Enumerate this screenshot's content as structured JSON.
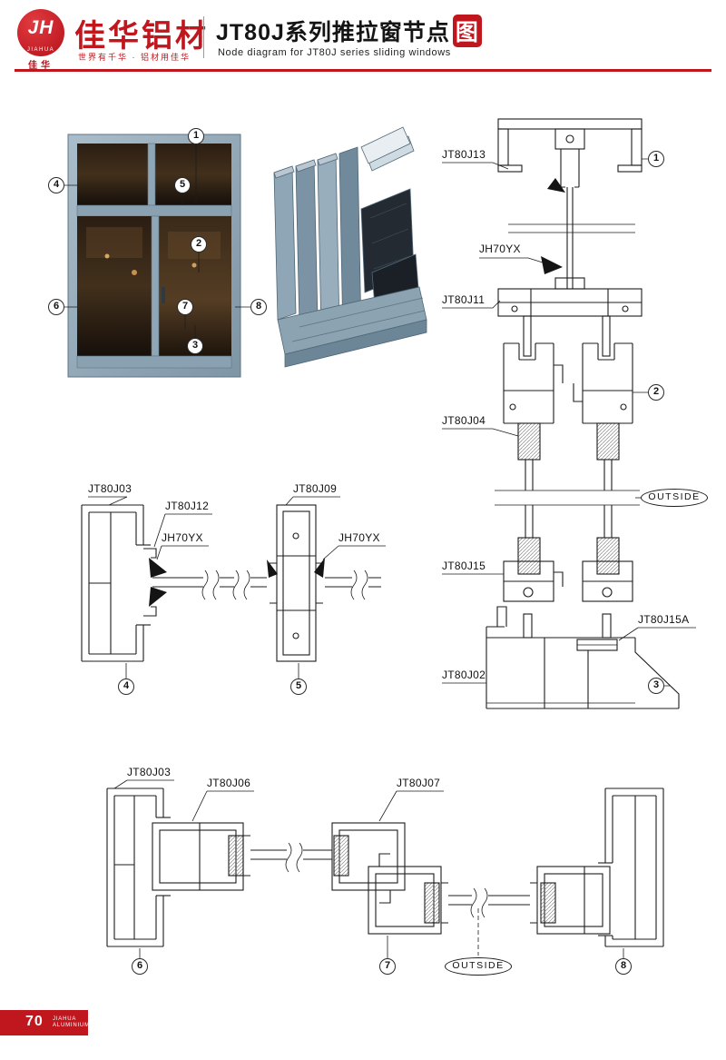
{
  "colors": {
    "brand_red": "#c0161d",
    "line": "#1c1c1c",
    "steel_blue": "#8fa6b6"
  },
  "header": {
    "logo_monogram": "JH",
    "logo_jiahua": "JIAHUA",
    "logo_cn_small": "佳华",
    "brand_cn": "佳华铝材",
    "tagline": "世界有千华 · 铝材用佳华",
    "title_main": "JT80J系列推拉窗节点",
    "title_badge": "图",
    "subtitle_en": "Node diagram for JT80J series sliding windows"
  },
  "photo": {
    "c1": "1",
    "c2": "2",
    "c3": "3",
    "c4": "4",
    "c5": "5",
    "c6": "6",
    "c7": "7",
    "c8": "8"
  },
  "right_section": {
    "jt80j13": "JT80J13",
    "jh70yx": "JH70YX",
    "jt80j11": "JT80J11",
    "jt80j04": "JT80J04",
    "jt80j15": "JT80J15",
    "jt80j15a": "JT80J15A",
    "jt80j02": "JT80J02",
    "outside": "OUTSIDE",
    "callout1": "1",
    "callout2": "2",
    "callout3": "3"
  },
  "section4": {
    "jt80j03": "JT80J03",
    "jt80j12": "JT80J12",
    "jh70yx": "JH70YX",
    "callout": "4"
  },
  "section5": {
    "jt80j09": "JT80J09",
    "jh70yx": "JH70YX",
    "callout": "5"
  },
  "bottom_section": {
    "jt80j03": "JT80J03",
    "jt80j06": "JT80J06",
    "jt80j07": "JT80J07",
    "outside": "OUTSIDE",
    "callout6": "6",
    "callout7": "7",
    "callout8": "8"
  },
  "footer": {
    "page_number": "70",
    "brand_line1": "JIAHUA",
    "brand_line2": "ALUMINIUM"
  }
}
